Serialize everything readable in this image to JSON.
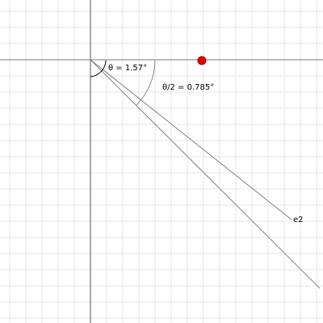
{
  "app": {
    "view": "geometry-graphing-canvas"
  },
  "colors": {
    "background": "#ffffff",
    "grid": "#e6e6e6",
    "axis": "#555555",
    "ray": "#808080",
    "angle_arc": "#8a8a8a",
    "angle_arc_small": "#000000",
    "point_fill": "#e00000",
    "point_stroke": "#990000",
    "text": "#000000"
  },
  "labels": {
    "theta_angle": "θ = 1.57°",
    "half_angle": "θ/2 = 0.785°",
    "ray_e2": "e2"
  },
  "icons": {
    "point": "red-point-marker"
  }
}
